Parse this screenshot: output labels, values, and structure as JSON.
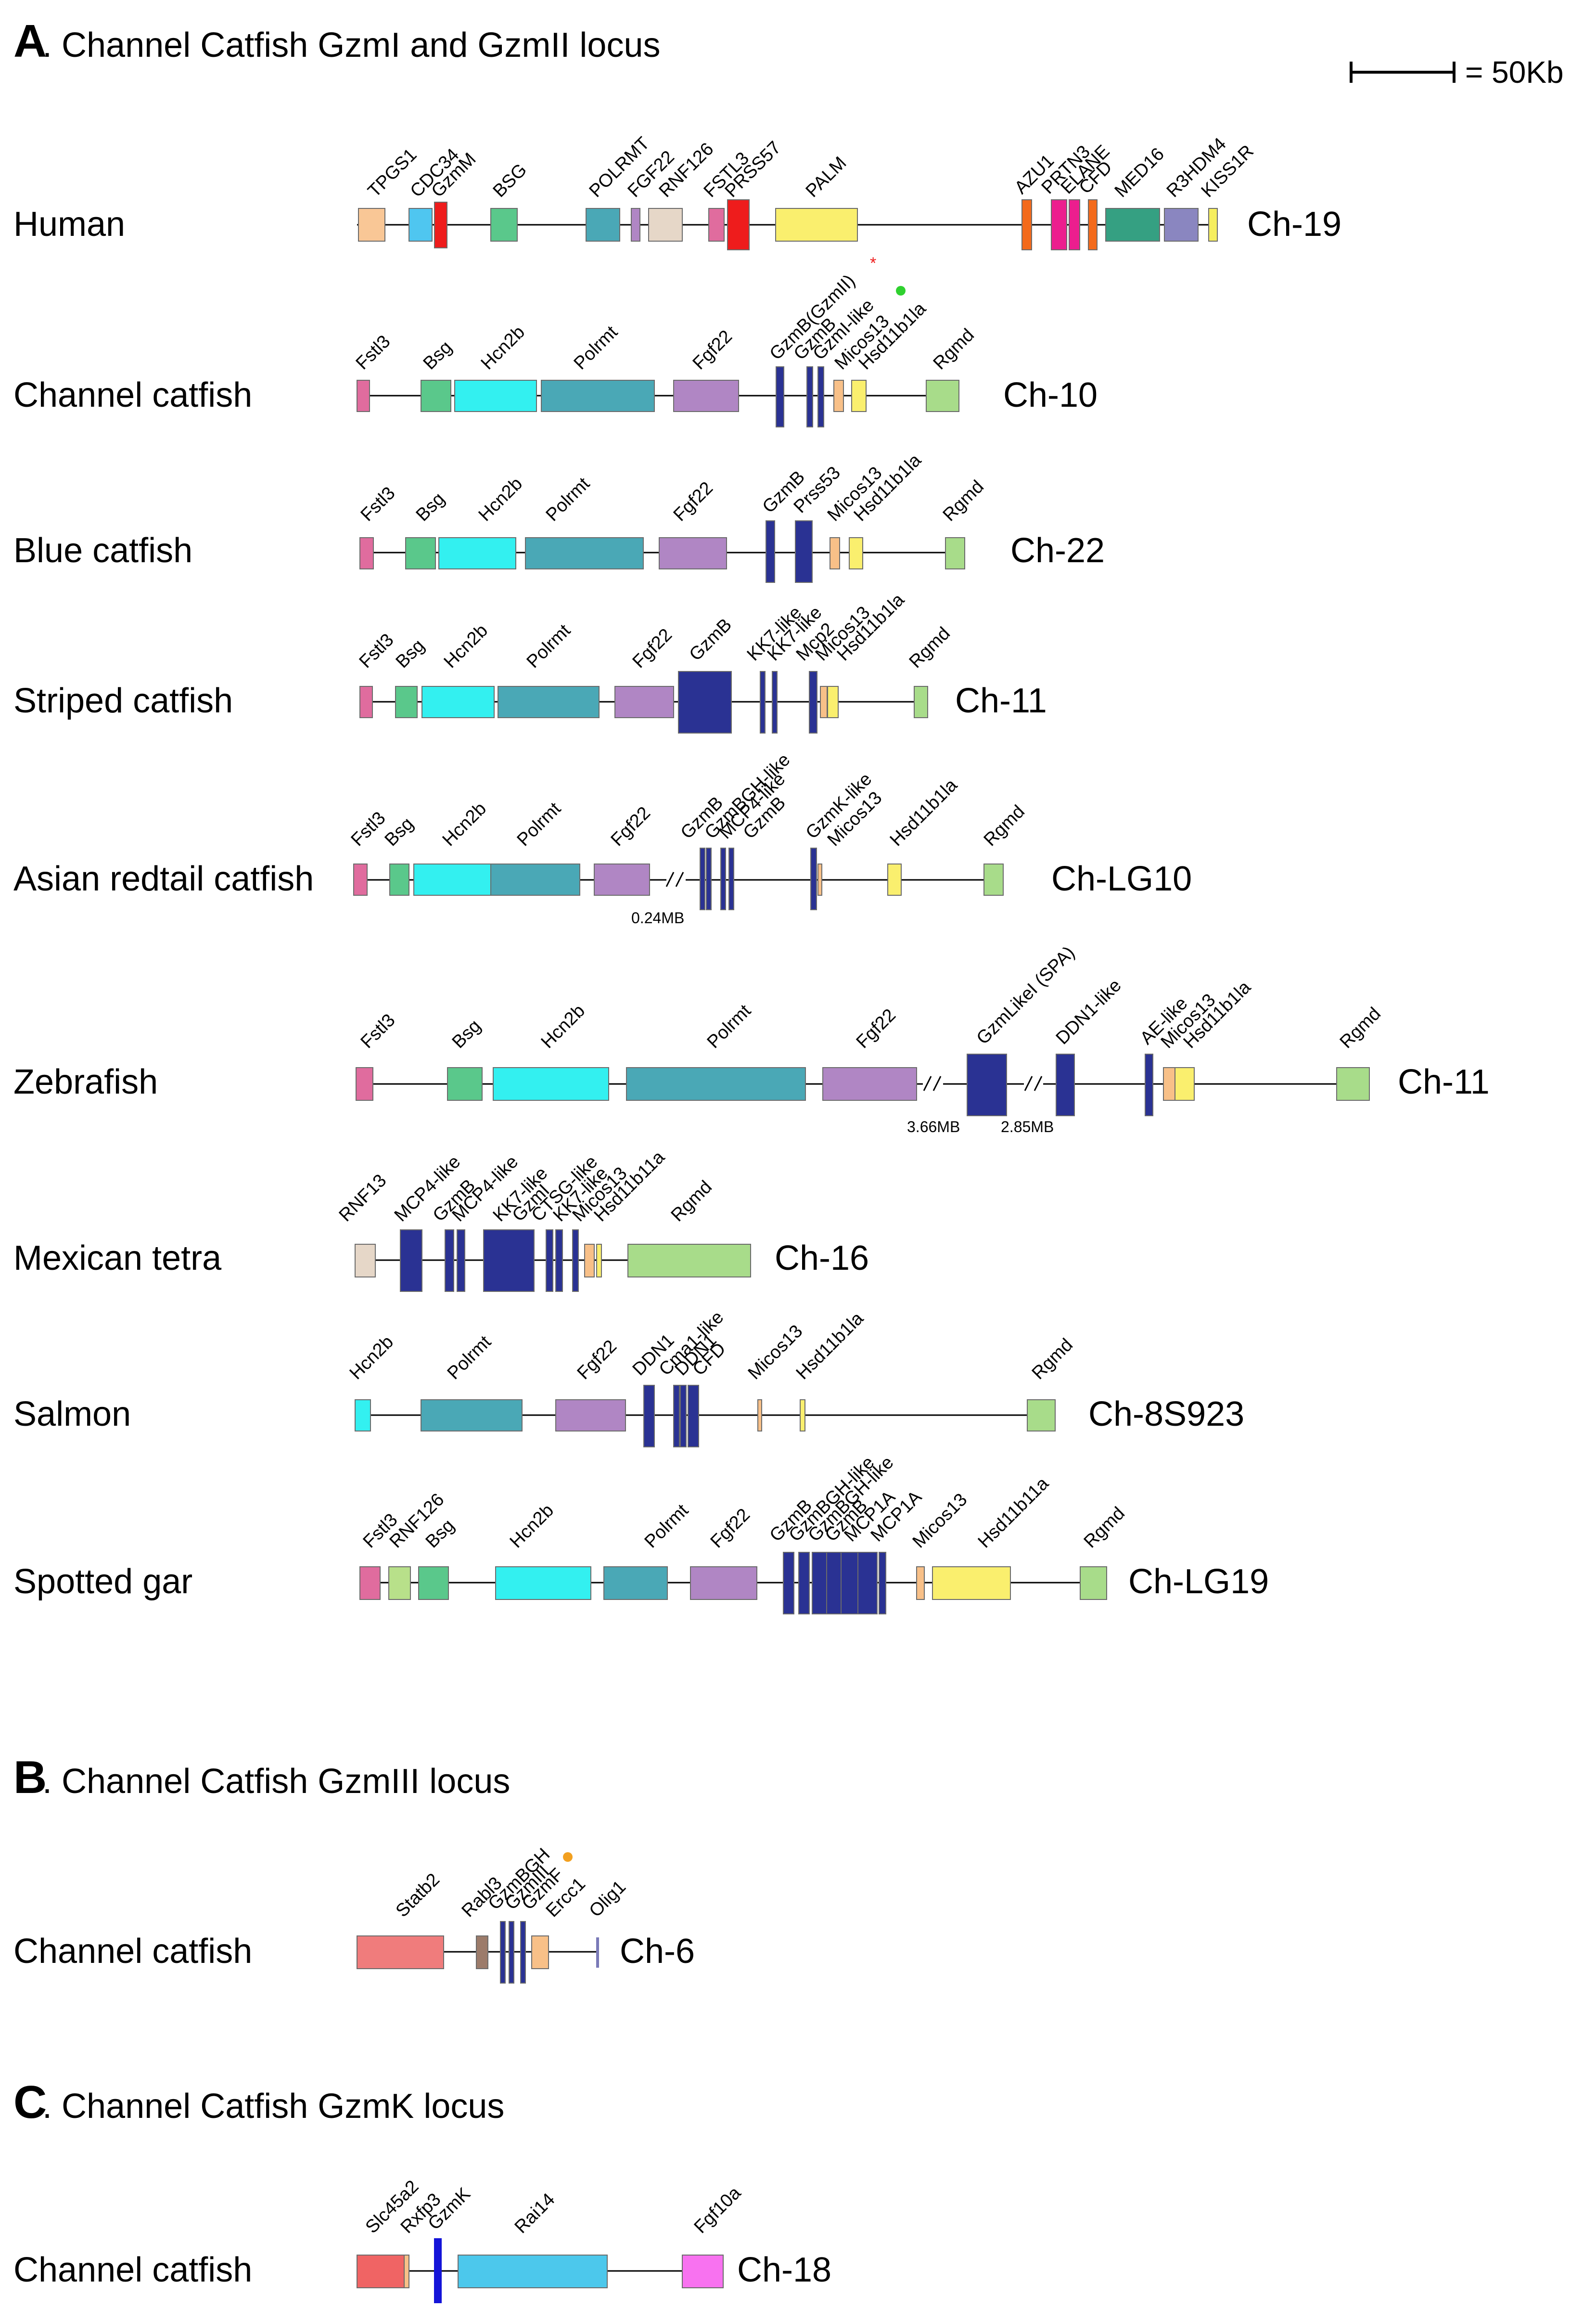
{
  "scale": {
    "label": "= 50Kb"
  },
  "sections": [
    {
      "letter": "A",
      "title": ". Channel Catfish GzmI and GzmII locus",
      "tracks": [
        {
          "species": "Human",
          "chromosome": "Ch-19",
          "breaks": [],
          "labels": [
            "TPGS1",
            "CDC34",
            "GzmM",
            "BSG",
            "POLRMT",
            "FGF22",
            "RNF126",
            "FSTL3",
            "PRSS57",
            "PALM",
            "AZU1",
            "PRTN3",
            "ELANE",
            "CFD",
            "MED16",
            "R3HDM4",
            "KISS1R"
          ]
        },
        {
          "species": "Channel catfish",
          "chromosome": "Ch-10",
          "breaks": [],
          "labels": [
            "Fstl3",
            "Bsg",
            "Hcn2b",
            "Polrmt",
            "Fgf22",
            "GzmB(GzmII)",
            "GzmB",
            "GzmI-like",
            "Micos13",
            "Hsd11b1la",
            "Rgmd"
          ]
        },
        {
          "species": "Blue catfish",
          "chromosome": "Ch-22",
          "breaks": [],
          "labels": [
            "Fstl3",
            "Bsg",
            "Hcn2b",
            "Polrmt",
            "Fgf22",
            "GzmB",
            "Prss53",
            "Micos13",
            "Hsd11b1la",
            "Rgmd"
          ]
        },
        {
          "species": "Striped catfish",
          "chromosome": "Ch-11",
          "breaks": [],
          "labels": [
            "Fstl3",
            "Bsg",
            "Hcn2b",
            "Polrmt",
            "Fgf22",
            "GzmB",
            "KK7-like",
            "KK7-like",
            "Mcp2",
            "Micos13",
            "Hsd11b1la",
            "Rgmd"
          ]
        },
        {
          "species": "Asian redtail catfish",
          "chromosome": "Ch-LG10",
          "breaks": [
            "0.24MB"
          ],
          "labels": [
            "Fstl3",
            "Bsg",
            "Hcn2b",
            "Polrmt",
            "Fgf22",
            "GzmB",
            "GzmBGH-like",
            "MCP4-like",
            "GzmB",
            "GzmK-like",
            "Micos13",
            "Hsd11b1la",
            "Rgmd"
          ]
        },
        {
          "species": "Zebrafish",
          "chromosome": "Ch-11",
          "breaks": [
            "3.66MB",
            "2.85MB"
          ],
          "labels": [
            "Fstl3",
            "Bsg",
            "Hcn2b",
            "Polrmt",
            "Fgf22",
            "GzmLikeI (SPA)",
            "DDN1-like",
            "AE-like",
            "Micos13",
            "Hsd11b1la",
            "Rgmd"
          ]
        },
        {
          "species": "Mexican tetra",
          "chromosome": "Ch-16",
          "breaks": [],
          "labels": [
            "RNF13",
            "MCP4-like",
            "GzmB",
            "MCP4-like",
            "KK7-like",
            "GzmI",
            "CTSG-like",
            "KK7-like",
            "Micos13",
            "Hsd11b11a",
            "Rgmd"
          ]
        },
        {
          "species": "Salmon",
          "chromosome": "Ch-8S923",
          "breaks": [],
          "labels": [
            "Hcn2b",
            "Polrmt",
            "Fgf22",
            "DDN1",
            "Cma1-like",
            "DDN1",
            "CFD",
            "Micos13",
            "Hsd11b1la",
            "Rgmd"
          ]
        },
        {
          "species": "Spotted gar",
          "chromosome": "Ch-LG19",
          "breaks": [],
          "labels": [
            "Fstl3",
            "RNF126",
            "Bsg",
            "Hcn2b",
            "Polrmt",
            "Fgf22",
            "GzmB",
            "GzmBGH-like",
            "GzmBGH-like",
            "GzmB",
            "MCP1A",
            "MCP1A",
            "Micos13",
            "Hsd11b11a",
            "Rgmd"
          ]
        }
      ]
    },
    {
      "letter": "B",
      "title": ". Channel Catfish GzmIII locus",
      "tracks": [
        {
          "species": "Channel catfish",
          "chromosome": "Ch-6",
          "breaks": [],
          "labels": [
            "Statb2",
            "Rabl3",
            "GzmBGH",
            "GzmIII",
            "GzmF",
            "Ercc1",
            "Olig1"
          ]
        }
      ]
    },
    {
      "letter": "C",
      "title": ". Channel Catfish GzmK locus",
      "tracks": [
        {
          "species": "Channel catfish",
          "chromosome": "Ch-18",
          "breaks": [],
          "labels": [
            "Slc45a2",
            "Rxfp3",
            "GzmK",
            "Rai14",
            "Fgf10a"
          ]
        }
      ]
    }
  ]
}
